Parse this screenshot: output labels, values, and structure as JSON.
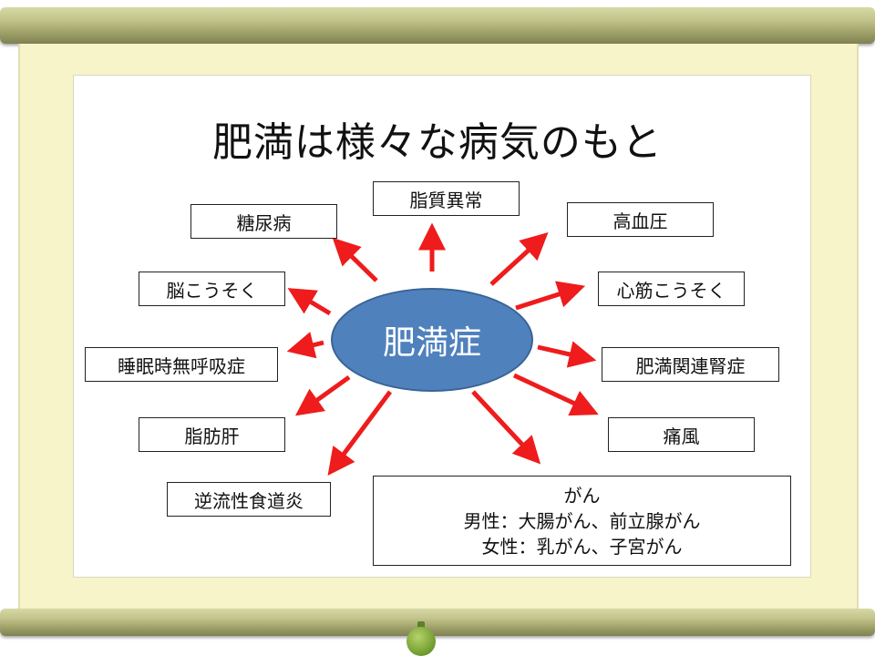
{
  "title": "肥満は様々な病気のもと",
  "center": "肥満症",
  "diseases": {
    "lipid": "脂質異常",
    "diabetes": "糖尿病",
    "hypertension": "高血圧",
    "stroke": "脳こうそく",
    "infarction": "心筋こうそく",
    "apnea": "睡眠時無呼吸症",
    "kidney": "肥満関連腎症",
    "fattyliver": "脂肪肝",
    "gout": "痛風",
    "reflux": "逆流性食道炎",
    "cancer": {
      "line1": "がん",
      "line2": "男性：大腸がん、前立腺がん",
      "line3": "女性：乳がん、子宮がん"
    }
  },
  "colors": {
    "arrow": "#ee1c1c",
    "center_fill": "#4f81bd",
    "scroll_paper": "#f7f4c9"
  }
}
